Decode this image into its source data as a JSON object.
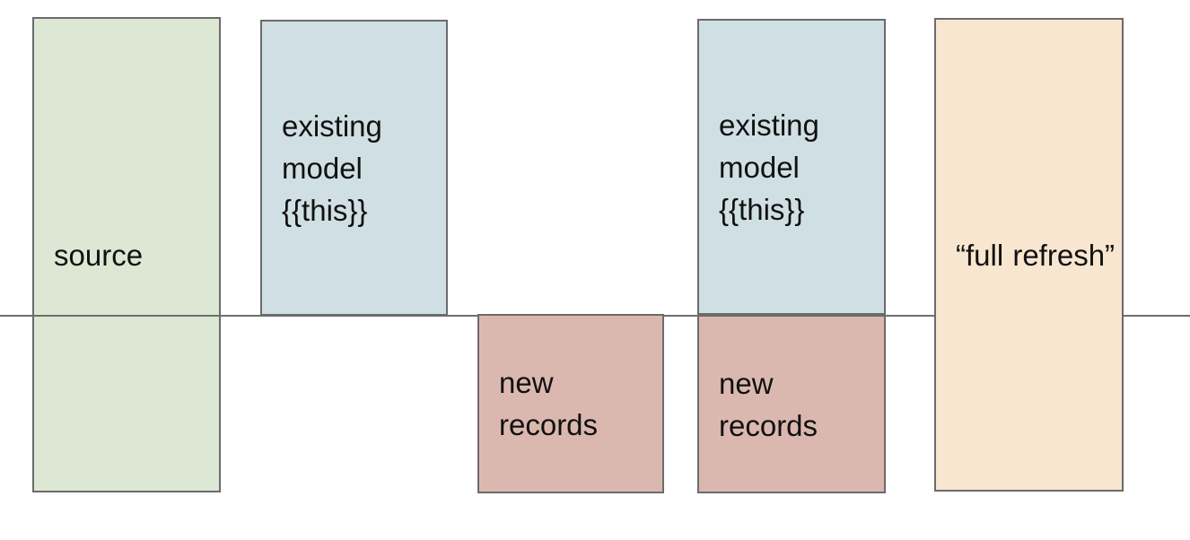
{
  "diagram": {
    "description": "Incremental model materialization diagram with source, existing model and new records boxes split by a horizontal timeline",
    "background_color": "#ffffff",
    "divider_color": "#6e6e6e",
    "box_border_color": "#6b6b6b",
    "text_color": "#111111",
    "boxes": [
      {
        "id": "source",
        "label": "source",
        "fill": "#dce8d4",
        "position": "above-and-below-line"
      },
      {
        "id": "existing-1",
        "label": "existing model {{this}}",
        "fill": "#d0dfe3",
        "position": "above-line"
      },
      {
        "id": "new-records-1",
        "label": "new records",
        "fill": "#dbb8af",
        "position": "below-line"
      },
      {
        "id": "existing-2",
        "label": "existing model {{this}}",
        "fill": "#d0dfe3",
        "position": "above-line"
      },
      {
        "id": "new-records-2",
        "label": "new records",
        "fill": "#dbb8af",
        "position": "below-line"
      },
      {
        "id": "full-refresh",
        "label": "“full refresh”",
        "fill": "#f8e6d0",
        "position": "above-and-below-line"
      }
    ]
  }
}
